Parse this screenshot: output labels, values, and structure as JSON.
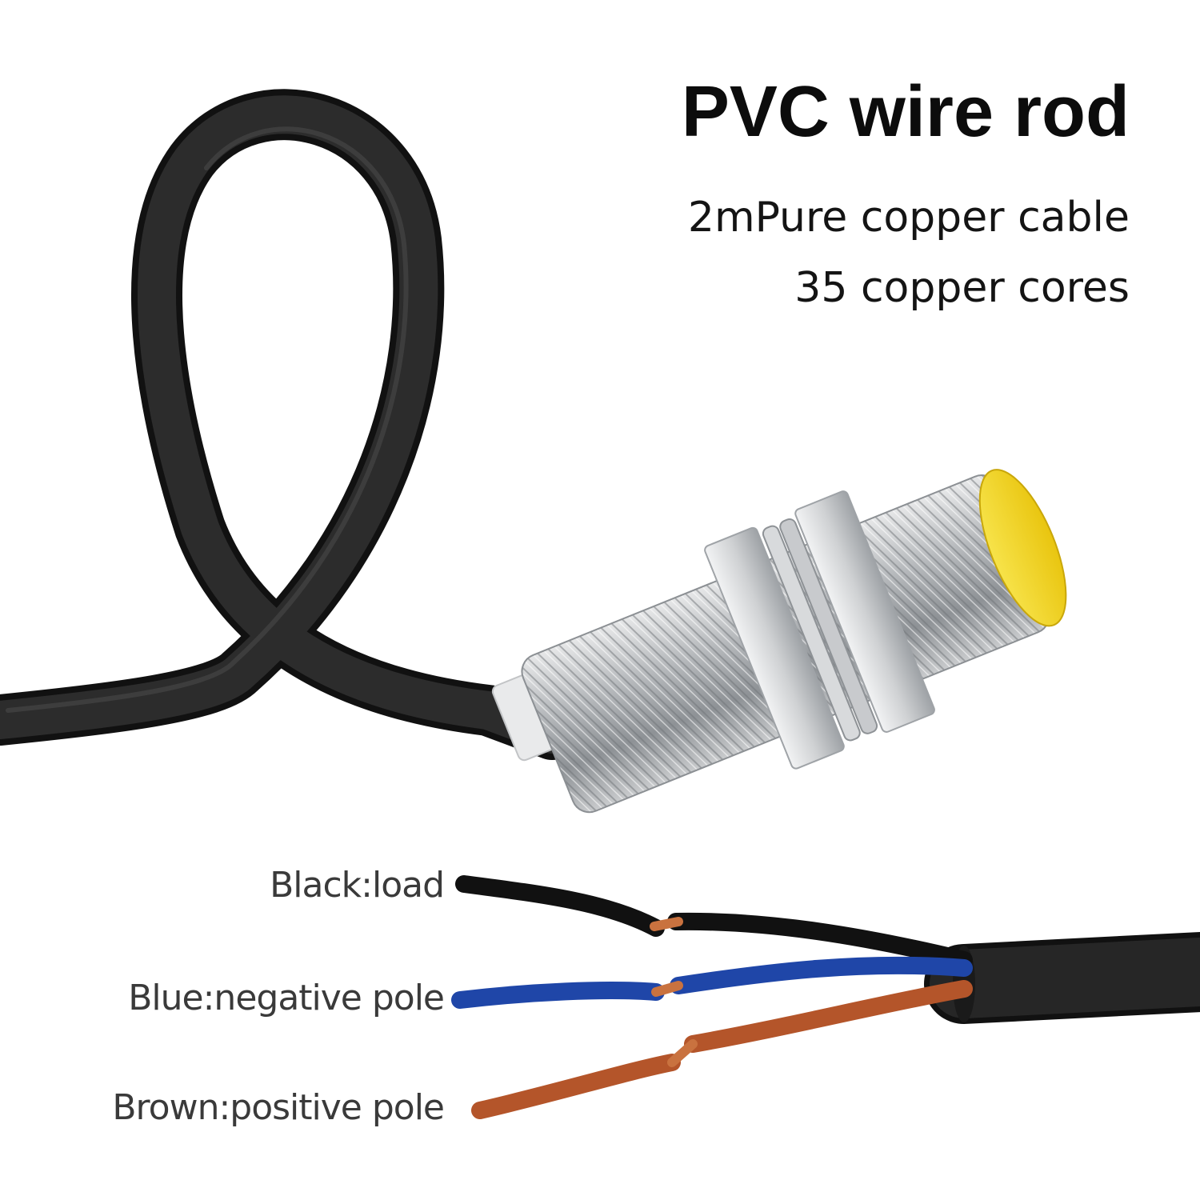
{
  "heading": "PVC wire rod",
  "specs": [
    "2mPure copper cable",
    "35 copper cores"
  ],
  "wires": [
    {
      "label": "Black:load",
      "color": "#1a1a1a"
    },
    {
      "label": "Blue:negative pole",
      "color": "#1f46a8"
    },
    {
      "label": "Brown:positive pole",
      "color": "#b4552a"
    }
  ],
  "colors": {
    "cable_jacket": "#1e1e1e",
    "sensor_body": "#b9bcbf",
    "sensor_face": "#f2d21b",
    "copper": "#c9723f"
  },
  "icons": [
    "black-cable-loop",
    "proximity-sensor",
    "stripped-wire-bundle"
  ]
}
